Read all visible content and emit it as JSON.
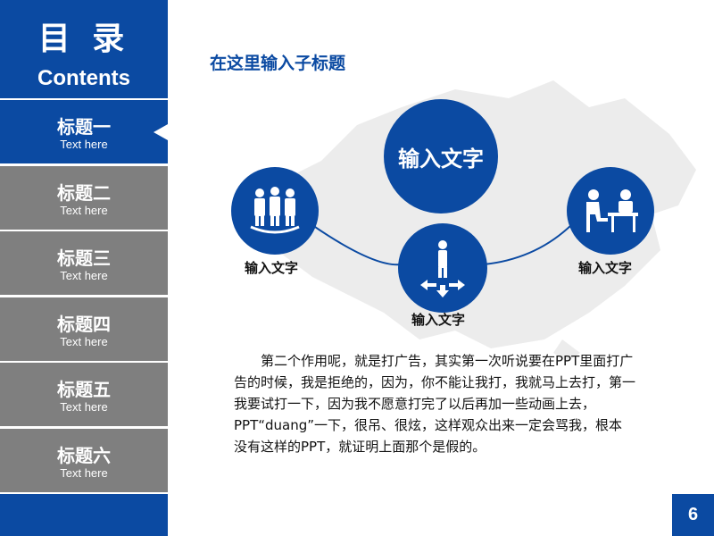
{
  "sidebar": {
    "title_zh": "目 录",
    "title_en": "Contents",
    "items": [
      {
        "title": "标题一",
        "subtitle": "Text here",
        "active": true
      },
      {
        "title": "标题二",
        "subtitle": "Text here",
        "active": false
      },
      {
        "title": "标题三",
        "subtitle": "Text here",
        "active": false
      },
      {
        "title": "标题四",
        "subtitle": "Text here",
        "active": false
      },
      {
        "title": "标题五",
        "subtitle": "Text here",
        "active": false
      },
      {
        "title": "标题六",
        "subtitle": "Text here",
        "active": false
      }
    ]
  },
  "main": {
    "subtitle": "在这里输入子标题",
    "center_circle": "输入文字",
    "nodes": [
      {
        "label": "输入文字",
        "icon": "group-people-icon"
      },
      {
        "label": "输入文字",
        "icon": "person-arrows-icon"
      },
      {
        "label": "输入文字",
        "icon": "meeting-desk-icon"
      }
    ],
    "paragraph": "第二个作用呢，就是打广告，其实第一次听说要在PPT里面打广告的时候，我是拒绝的，因为，你不能让我打，我就马上去打，第一我要试打一下，因为我不愿意打完了以后再加一些动画上去，PPT“duang”一下，很吊、很炫，这样观众出来一定会骂我，根本没有这样的PPT，就证明上面那个是假的。"
  },
  "page_number": "6",
  "colors": {
    "accent": "#0b4aa2",
    "menu_gray": "#7f7f7f",
    "map": "#ececec"
  }
}
